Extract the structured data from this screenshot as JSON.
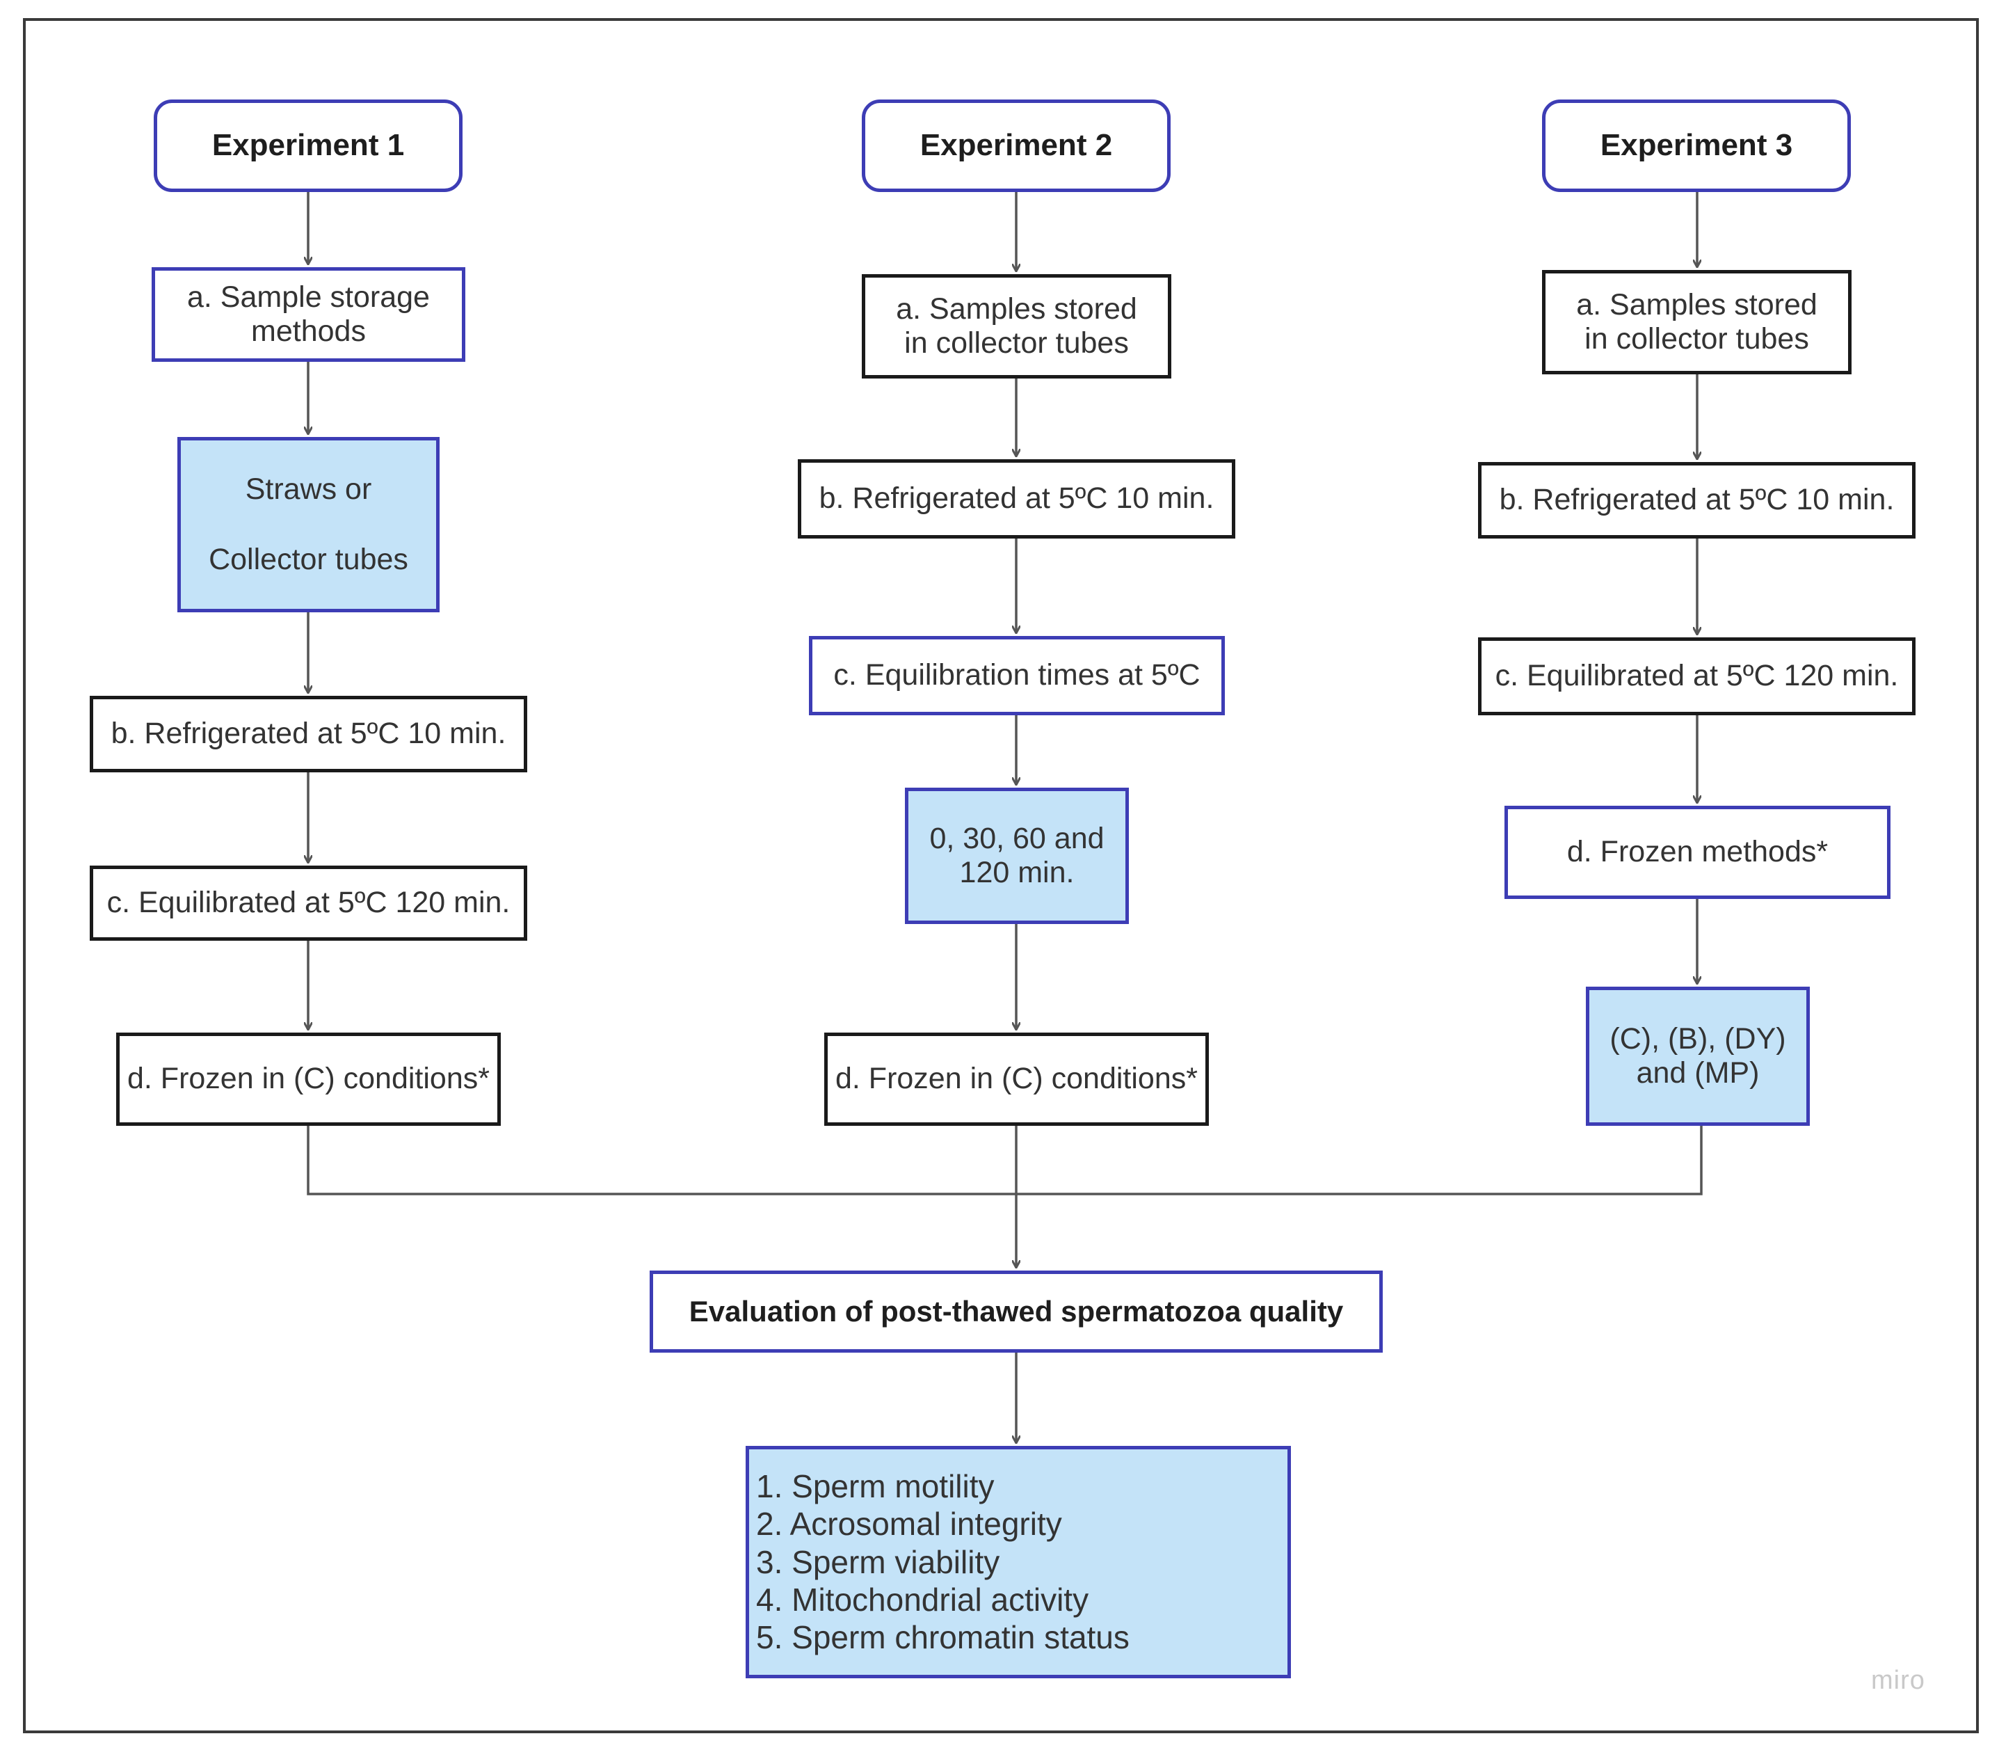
{
  "experiments": [
    {
      "title": "Experiment 1",
      "step_a": "a. Sample storage methods",
      "option": [
        "Straws or",
        "Collector tubes"
      ],
      "step_b": "b. Refrigerated at 5ºC 10 min.",
      "step_c": "c. Equilibrated at 5ºC 120 min.",
      "step_d": "d. Frozen in (C) conditions*"
    },
    {
      "title": "Experiment 2",
      "step_a": "a. Samples stored in collector tubes",
      "step_b": "b. Refrigerated at 5ºC 10 min.",
      "step_c": "c. Equilibration times at 5ºC",
      "option": "0, 30, 60 and 120 min.",
      "step_d": "d. Frozen in (C) conditions*"
    },
    {
      "title": "Experiment 3",
      "step_a": "a. Samples stored in collector tubes",
      "step_b": "b. Refrigerated at 5ºC 10 min.",
      "step_c": "c. Equilibrated at 5ºC 120 min.",
      "step_d": "d. Frozen methods*",
      "option": "(C), (B), (DY) and (MP)"
    }
  ],
  "evaluation": {
    "title": "Evaluation of post-thawed spermatozoa quality",
    "items": [
      "1. Sperm motility",
      "2. Acrosomal integrity",
      "3. Sperm viability",
      "4. Mitochondrial activity",
      "5. Sperm chromatin status"
    ]
  },
  "watermark": "miro",
  "colors": {
    "highlight_fill": "#c4e3f8",
    "accent_border": "#3d3db5",
    "plain_border": "#1a1a1a",
    "connector": "#555555"
  }
}
